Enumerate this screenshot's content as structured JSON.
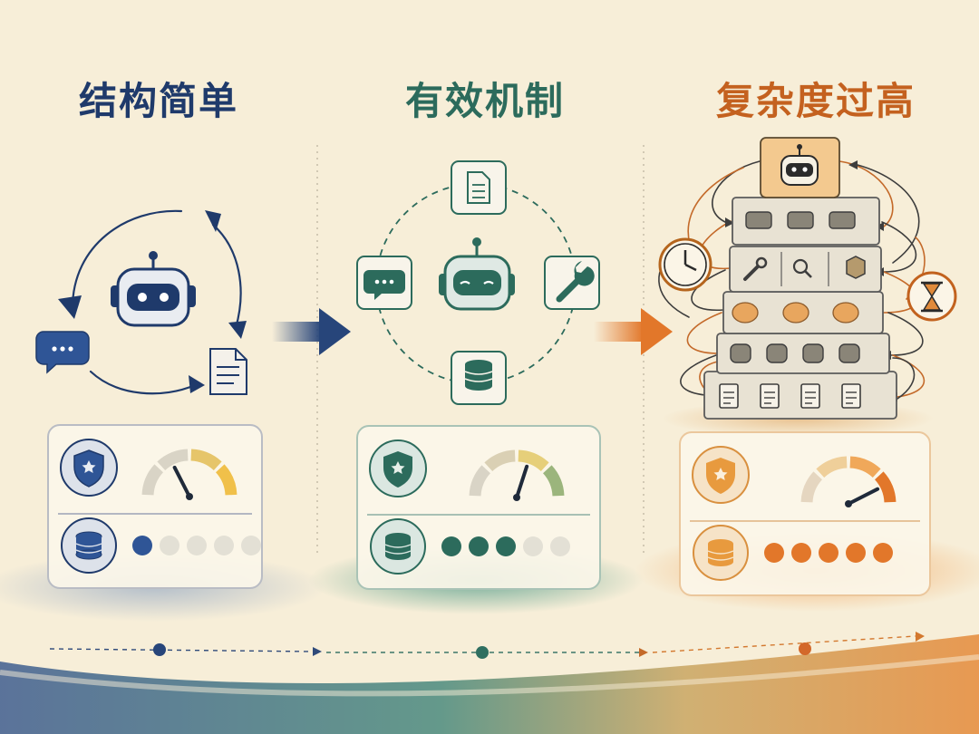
{
  "panels": [
    {
      "title": "结构简单",
      "accent": "#1f3a6b",
      "gauge_level": 0.35,
      "dots_filled": 1,
      "dots_total": 5
    },
    {
      "title": "有效机制",
      "accent": "#2c6b5c",
      "gauge_level": 0.6,
      "dots_filled": 3,
      "dots_total": 5
    },
    {
      "title": "复杂度过高",
      "accent": "#c4611f",
      "gauge_level": 0.85,
      "dots_filled": 5,
      "dots_total": 5
    }
  ],
  "icons": {
    "panel1": [
      "robot-icon",
      "chat-icon",
      "document-icon",
      "cycle-arrows-icon",
      "shield-icon",
      "gauge-icon",
      "database-icon"
    ],
    "panel2": [
      "robot-icon",
      "document-icon",
      "chat-icon",
      "wrench-icon",
      "database-icon",
      "shield-icon",
      "gauge-icon"
    ],
    "panel3": [
      "robot-icon",
      "chat-icon",
      "wrench-icon",
      "search-icon",
      "box-icon",
      "brain-icon",
      "database-icon",
      "clipboard-icon",
      "clock-icon",
      "hourglass-icon",
      "shield-icon",
      "gauge-icon"
    ]
  }
}
